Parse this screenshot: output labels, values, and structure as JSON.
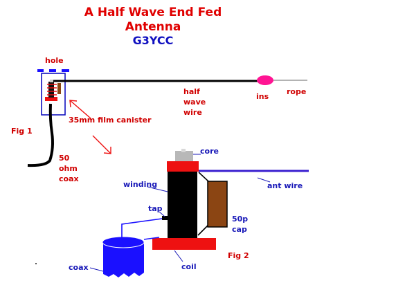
{
  "title": {
    "line1": "A Half Wave End Fed",
    "line2": "Antenna",
    "callsign": "G3YCC"
  },
  "fig1": {
    "caption": "Fig 1",
    "hole": "hole",
    "half_wave_wire": [
      "half",
      "wave",
      "wire"
    ],
    "insulator": "ins",
    "rope": "rope",
    "film_canister": "35mm film canister",
    "coax": [
      "50",
      "ohm",
      "coax"
    ]
  },
  "fig2": {
    "caption": "Fig 2",
    "core": "core",
    "winding": "winding",
    "ant_wire": "ant wire",
    "tap": "tap",
    "cap": [
      "50p",
      "cap"
    ],
    "coax": "coax",
    "coil": "coil"
  },
  "colors": {
    "title_red": "#e00000",
    "label_blue": "#1818b8",
    "coil_red": "#ee1111",
    "capacitor_brown": "#8b4513",
    "coax_blue": "#1a10ff",
    "wire_black": "#000000",
    "rope_gray": "#9a9a9a",
    "insulator_pink": "#ff1493"
  }
}
